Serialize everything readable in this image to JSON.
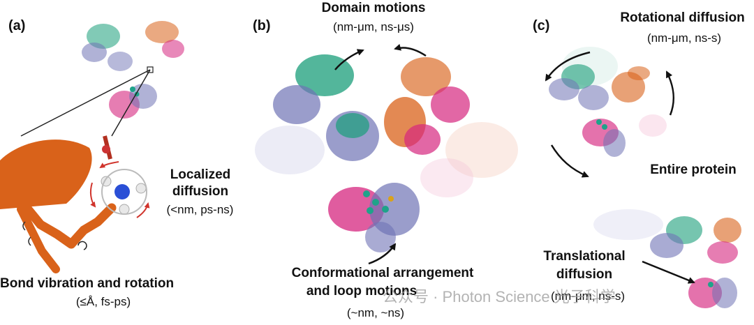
{
  "panels": {
    "a": {
      "letter": "(a)",
      "localized_title_1": "Localized",
      "localized_title_2": "diffusion",
      "localized_sub": "(<nm, ps-ns)",
      "bond_title": "Bond vibration and rotation",
      "bond_sub": "(≤Å, fs-ps)"
    },
    "b": {
      "letter": "(b)",
      "domain_title": "Domain motions",
      "domain_sub": "(nm-μm, ns-μs)",
      "conf_title_1": "Conformational arrangement",
      "conf_title_2": "and loop motions",
      "conf_sub": "(~nm, ~ns)"
    },
    "c": {
      "letter": "(c)",
      "rot_title": "Rotational diffusion",
      "rot_sub": "(nm-μm, ns-s)",
      "entire_title": "Entire protein",
      "trans_title_1": "Translational",
      "trans_title_2": "diffusion",
      "trans_sub": "(nm-μm, ns-s)"
    }
  },
  "watermark": "公众号 · Photon Science 光子科学",
  "colors": {
    "teal": "#1a9e7a",
    "slate": "#6f73b5",
    "orange": "#d9621a",
    "magenta": "#d6267f",
    "sphere": "#1fa38a"
  }
}
